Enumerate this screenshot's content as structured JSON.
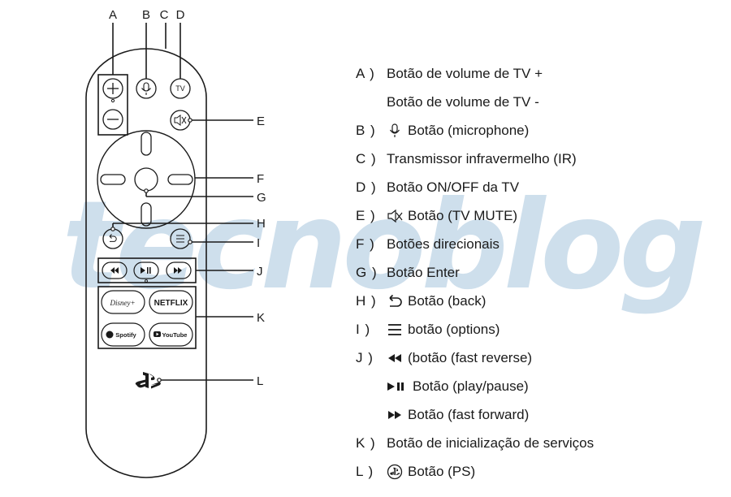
{
  "watermark": "tecnoblog",
  "callouts": [
    "A",
    "B",
    "C",
    "D",
    "E",
    "F",
    "G",
    "H",
    "I",
    "J",
    "K",
    "L"
  ],
  "remote": {
    "tv_label": "TV",
    "apps": [
      "Disney+",
      "NETFLIX",
      "Spotify",
      "YouTube"
    ]
  },
  "legend": [
    {
      "code": "A )",
      "icon": "",
      "text": "Botão de volume de TV +"
    },
    {
      "code": "",
      "icon": "",
      "text": "Botão de volume de TV -"
    },
    {
      "code": "B )",
      "icon": "microphone-icon",
      "text": "Botão (microphone)"
    },
    {
      "code": "C )",
      "icon": "",
      "text": "Transmissor infravermelho (IR)"
    },
    {
      "code": "D )",
      "icon": "",
      "text": "Botão ON/OFF da TV"
    },
    {
      "code": "E )",
      "icon": "mute-icon",
      "text": "Botão (TV MUTE)"
    },
    {
      "code": "F )",
      "icon": "",
      "text": "Botões direcionais"
    },
    {
      "code": "G )",
      "icon": "",
      "text": "Botão Enter"
    },
    {
      "code": "H )",
      "icon": "back-icon",
      "text": "Botão (back)"
    },
    {
      "code": "I )",
      "icon": "options-icon",
      "text": "botão (options)"
    },
    {
      "code": "J )",
      "icon": "fast-reverse-icon",
      "text": "(botão (fast reverse)"
    },
    {
      "code": "",
      "icon": "play-pause-icon",
      "text": "Botão (play/pause)"
    },
    {
      "code": "",
      "icon": "fast-forward-icon",
      "text": "Botão (fast forward)"
    },
    {
      "code": "K )",
      "icon": "",
      "text": "Botão de inicialização de serviços"
    },
    {
      "code": "L )",
      "icon": "ps-icon",
      "text": "Botão (PS)"
    }
  ]
}
